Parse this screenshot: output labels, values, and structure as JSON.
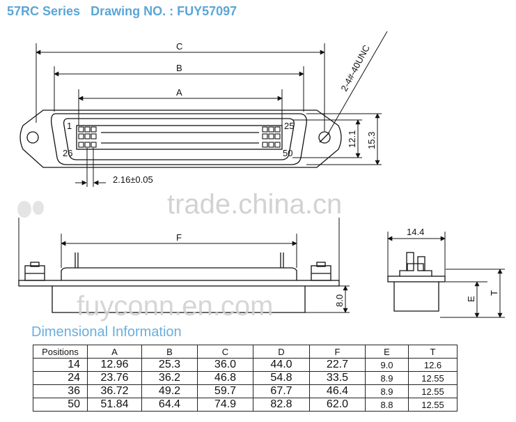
{
  "header": {
    "title": "57RC Series   Drawing NO. : FUY57097"
  },
  "top_view": {
    "dim_labels": {
      "c": "C",
      "b": "B",
      "a": "A",
      "height_inner": "12.1",
      "height_outer": "15.3",
      "pitch": "2.16±0.05",
      "thread": "2-4#-40UNC"
    },
    "pin_labels": {
      "p1": "1",
      "p25": "25",
      "p26": "26",
      "p50": "50"
    }
  },
  "side_view": {
    "dim_labels": {
      "f": "F",
      "h": "8.0"
    }
  },
  "end_view": {
    "dim_labels": {
      "width": "14.4",
      "e": "E",
      "t": "T"
    }
  },
  "watermarks": {
    "site": "trade.china.cn",
    "brand": "fuyconn.en.com"
  },
  "dimensions": {
    "title": "Dimensional Information",
    "columns": [
      "Positions",
      "A",
      "B",
      "C",
      "D",
      "F",
      "E",
      "T"
    ],
    "rows": [
      [
        "14",
        "12.96",
        "25.3",
        "36.0",
        "44.0",
        "22.7",
        "9.0",
        "12.6"
      ],
      [
        "24",
        "23.76",
        "36.2",
        "46.8",
        "54.8",
        "33.5",
        "8.9",
        "12.55"
      ],
      [
        "36",
        "36.72",
        "49.2",
        "59.7",
        "67.7",
        "46.4",
        "8.9",
        "12.55"
      ],
      [
        "50",
        "51.84",
        "64.4",
        "74.9",
        "82.8",
        "62.0",
        "8.8",
        "12.55"
      ]
    ]
  }
}
